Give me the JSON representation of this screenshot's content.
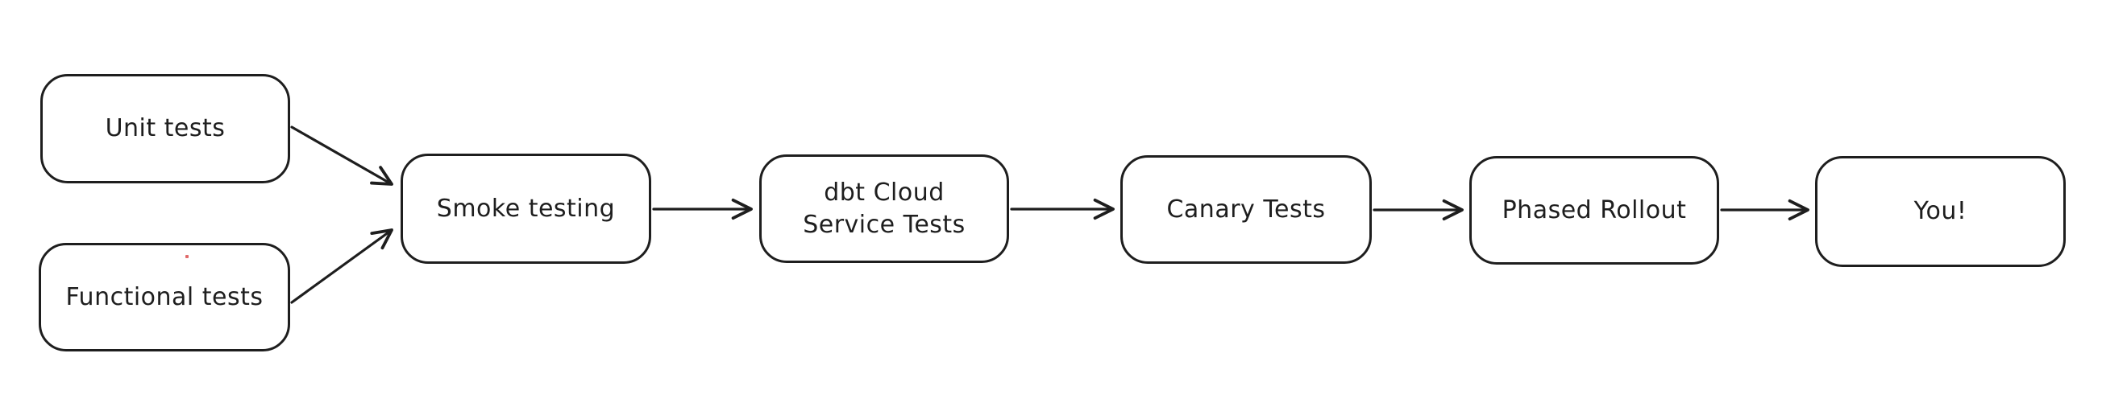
{
  "diagram": {
    "type": "flowchart",
    "style": "hand-drawn-whiteboard",
    "colors": {
      "stroke": "#1e1e1e",
      "node_fill": "#ffffff",
      "background": "#ffffff",
      "stray_dot": "#e06a6a"
    },
    "nodes": [
      {
        "id": "unit-tests",
        "label": "Unit tests"
      },
      {
        "id": "functional-tests",
        "label": "Functional tests"
      },
      {
        "id": "smoke-testing",
        "label": "Smoke testing"
      },
      {
        "id": "dbt-cloud-service-tests",
        "label": "dbt Cloud\nService Tests"
      },
      {
        "id": "canary-tests",
        "label": "Canary Tests"
      },
      {
        "id": "phased-rollout",
        "label": "Phased Rollout"
      },
      {
        "id": "you",
        "label": "You!"
      }
    ],
    "edges": [
      {
        "from": "unit-tests",
        "to": "smoke-testing",
        "arrowhead": "open-v"
      },
      {
        "from": "functional-tests",
        "to": "smoke-testing",
        "arrowhead": "open-v"
      },
      {
        "from": "smoke-testing",
        "to": "dbt-cloud-service-tests",
        "arrowhead": "open-v"
      },
      {
        "from": "dbt-cloud-service-tests",
        "to": "canary-tests",
        "arrowhead": "open-v"
      },
      {
        "from": "canary-tests",
        "to": "phased-rollout",
        "arrowhead": "open-v"
      },
      {
        "from": "phased-rollout",
        "to": "you",
        "arrowhead": "open-v"
      }
    ]
  }
}
